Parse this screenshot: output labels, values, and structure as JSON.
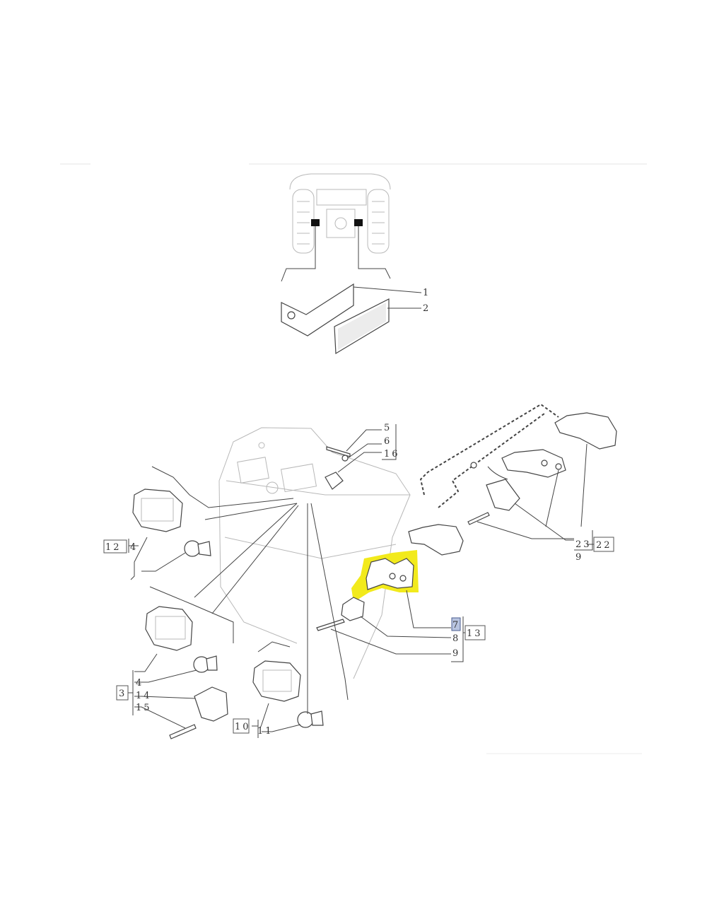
{
  "diagram": {
    "labels": {
      "top_1": "1",
      "top_2": "2",
      "p5": "5",
      "p6": "6",
      "p16": "16",
      "p23": "23",
      "p22": "22",
      "p9_right": "9",
      "p12": "12",
      "p4_upper": "4",
      "p7": "7",
      "p13": "13",
      "p8": "8",
      "p9_mid": "9",
      "p3": "3",
      "p4_lower": "4",
      "p14": "14",
      "p15": "15",
      "p10": "10",
      "p11": "11"
    },
    "colors": {
      "highlight": "#f2ea1c",
      "selected_box": "#b8c4e0",
      "line": "#444444",
      "ghost": "#b8b8b8"
    }
  }
}
